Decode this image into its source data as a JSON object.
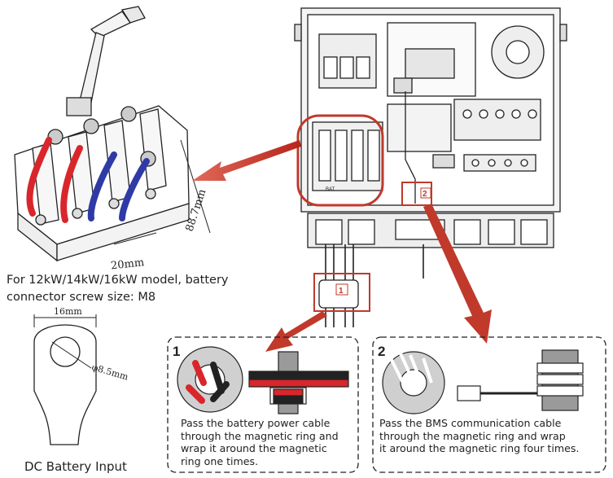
{
  "dimensions": {
    "block_height": "88.7mm",
    "block_spacing": "20mm",
    "lug_width": "16mm",
    "lug_hole": "φ8.5mm"
  },
  "note": {
    "line1": "For 12kW/14kW/16kW model, battery",
    "line2": "connector screw size: M8"
  },
  "dc_title": "DC Battery Input",
  "markers": {
    "ring1": "1",
    "ring2": "2",
    "bat_label": "BAT"
  },
  "panel1": {
    "number": "1",
    "lines": [
      "Pass the battery power cable",
      "through the magnetic ring and",
      "wrap it around the magnetic",
      "ring one times."
    ]
  },
  "panel2": {
    "number": "2",
    "lines": [
      "Pass the BMS communication cable",
      "through the magnetic ring and wrap",
      "it around the magnetic ring four times."
    ]
  },
  "colors": {
    "red_cable": "#d9262b",
    "blue_cable": "#2f3aa6",
    "highlight": "#c0392b",
    "arrow": "#c0392b",
    "line": "#222222"
  }
}
